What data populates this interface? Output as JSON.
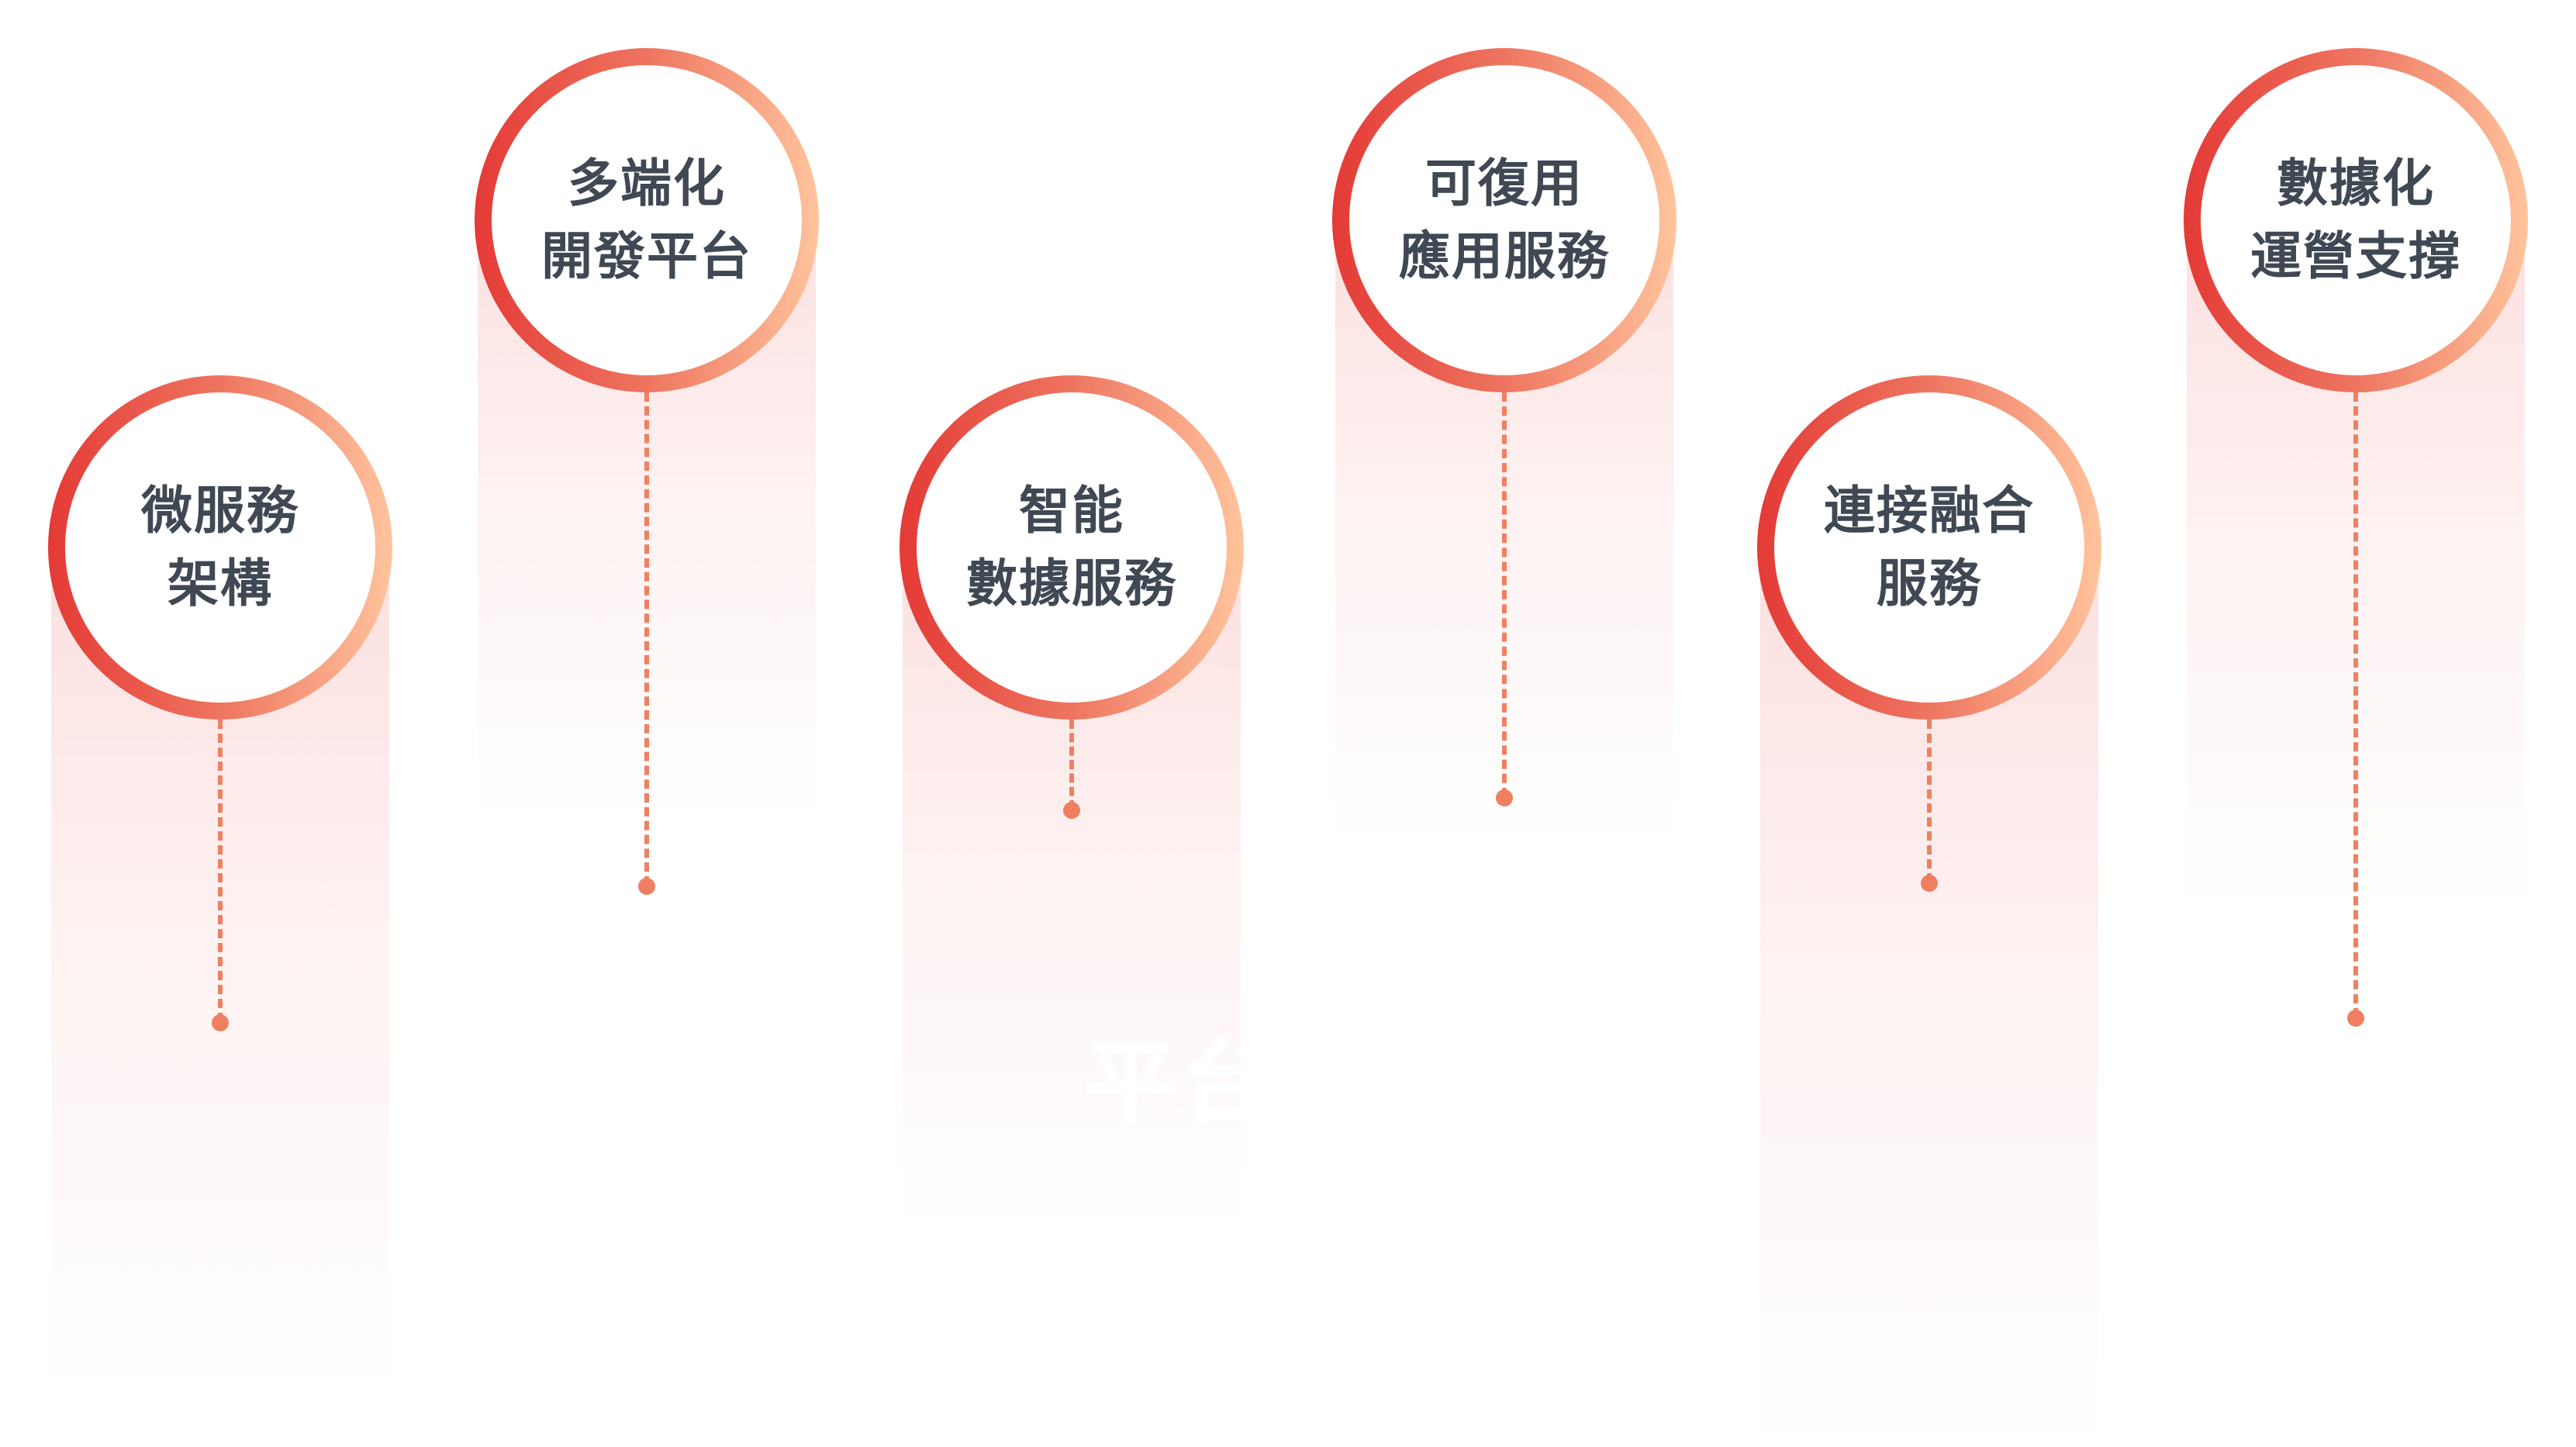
{
  "title": "平台服務",
  "nodes": [
    {
      "lines": [
        "微服務",
        "架構"
      ]
    },
    {
      "lines": [
        "多端化",
        "開發平台"
      ]
    },
    {
      "lines": [
        "智能",
        "數據服務"
      ]
    },
    {
      "lines": [
        "可復用",
        "應用服務"
      ]
    },
    {
      "lines": [
        "連接融合",
        "服務"
      ]
    },
    {
      "lines": [
        "數據化",
        "運營支撐"
      ]
    }
  ],
  "colors": {
    "ring_start": "#e43a36",
    "ring_mid": "#ee7560",
    "ring_end": "#ffc49c",
    "text": "#3f4853",
    "stem": "#ef8060"
  }
}
